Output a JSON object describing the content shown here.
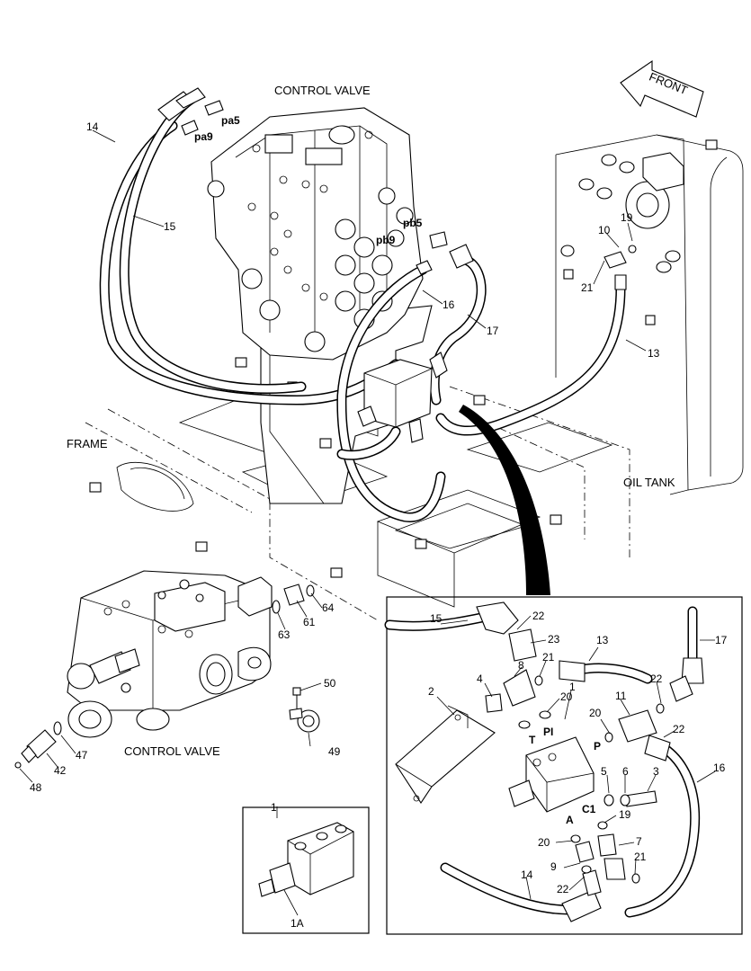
{
  "titles": {
    "control_valve_top": "CONTROL VALVE",
    "frame": "FRAME",
    "oil_tank": "OIL TANK",
    "control_valve_bottom": "CONTROL VALVE",
    "front": "FRONT"
  },
  "ports": {
    "pa5": "pa5",
    "pa9": "pa9",
    "pb5": "pb5",
    "pb9": "pb9"
  },
  "main_callouts": {
    "c14": "14",
    "c15": "15",
    "c16": "16",
    "c17": "17",
    "c13": "13",
    "c10": "10",
    "c19": "19",
    "c21": "21",
    "c64": "64",
    "c61": "61",
    "c63": "63",
    "c50": "50",
    "c49": "49",
    "c47": "47",
    "c42": "42",
    "c48": "48"
  },
  "detail_box": {
    "callouts": {
      "c15": "15",
      "c22a": "22",
      "c23": "23",
      "c13": "13",
      "c17": "17",
      "c8": "8",
      "c21a": "21",
      "c4": "4",
      "c2": "2",
      "c20a": "20",
      "c1": "1",
      "c20b": "20",
      "c11": "11",
      "c22b": "22",
      "c22c": "22",
      "c5": "5",
      "c6": "6",
      "c3": "3",
      "c16": "16",
      "c19": "19",
      "c7": "7",
      "c20c": "20",
      "c9": "9",
      "c21b": "21",
      "c22d": "22",
      "c14": "14"
    },
    "ports": {
      "T": "T",
      "PI": "PI",
      "P": "P",
      "A": "A",
      "C1": "C1"
    }
  },
  "inset_box": {
    "callouts": {
      "c1": "1",
      "c1A": "1A"
    }
  }
}
